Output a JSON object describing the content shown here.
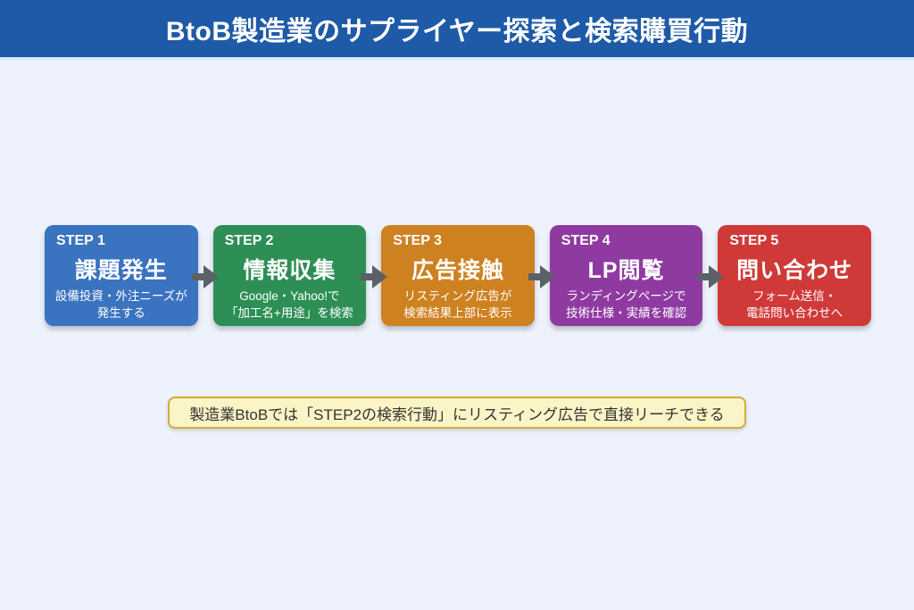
{
  "page": {
    "bg": "#eef2fc",
    "header_underline": "#d6e9fa"
  },
  "header": {
    "title": "BtoB製造業のサプライヤー探索と検索購買行動",
    "bg": "#1e5aa7",
    "text_color": "#ffffff"
  },
  "steps": [
    {
      "label": "STEP 1",
      "title": "課題発生",
      "subtitle": "設備投資・外注ニーズが\n発生する",
      "color": "#3a73c0"
    },
    {
      "label": "STEP 2",
      "title": "情報収集",
      "subtitle": "Google・Yahoo!で\n「加工名+用途」を検索",
      "color": "#2d8f55"
    },
    {
      "label": "STEP 3",
      "title": "広告接触",
      "subtitle": "リスティング広告が\n検索結果上部に表示",
      "color": "#ce8120"
    },
    {
      "label": "STEP 4",
      "title": "LP閲覧",
      "subtitle": "ランディングページで\n技術仕様・実績を確認",
      "color": "#8f3aa1"
    },
    {
      "label": "STEP 5",
      "title": "問い合わせ",
      "subtitle": "フォーム送信・\n電話問い合わせへ",
      "color": "#cf3a38"
    }
  ],
  "arrow": {
    "color": "#5b6167"
  },
  "note": {
    "text": "製造業BtoBでは「STEP2の検索行動」にリスティング広告で直接リーチできる",
    "bg": "#fbf4c6",
    "border": "#cfae39",
    "text_color": "#333333"
  }
}
